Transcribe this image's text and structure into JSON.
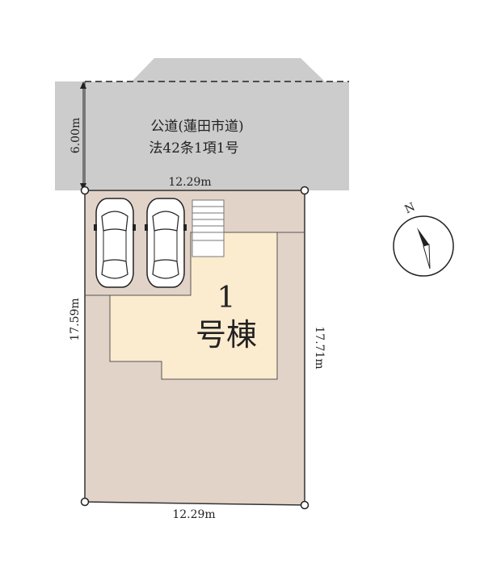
{
  "road": {
    "name": "公道(蓮田市道)",
    "law": "法42条1項1号",
    "width": "6.00m"
  },
  "lot": {
    "north_width": "12.29m",
    "south_width": "12.29m",
    "west_depth": "17.59m",
    "east_depth": "17.71m"
  },
  "building": {
    "number": "1",
    "label": "号棟"
  },
  "compass": {
    "north": "N"
  },
  "colors": {
    "road": "#cccccc",
    "lot": "#e2d3c8",
    "building": "#fbebcf",
    "outline": "#333333"
  }
}
